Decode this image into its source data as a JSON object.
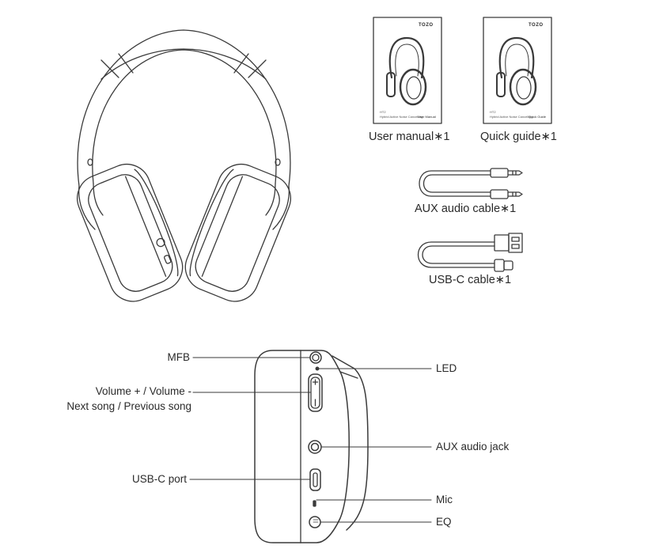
{
  "package_items": {
    "user_manual": {
      "caption": "User manual∗1",
      "brand": "TOZO",
      "model": "HT2",
      "subtitle": "Hybrid Active Noise Cancelling",
      "cover_title": "User Manual"
    },
    "quick_guide": {
      "caption": "Quick guide∗1",
      "brand": "TOZO",
      "model": "HT2",
      "subtitle": "Hybrid Active Noise Cancelling",
      "cover_title": "Quick Guide"
    },
    "aux_cable": {
      "caption": "AUX audio cable∗1"
    },
    "usb_cable": {
      "caption": "USB-C cable∗1"
    }
  },
  "callouts": {
    "mfb": "MFB",
    "led": "LED",
    "volume_line1": "Volume + / Volume -",
    "volume_line2": "Next song /  Previous song",
    "aux_jack": "AUX audio jack",
    "usbc_port": "USB-C port",
    "mic": "Mic",
    "eq": "EQ"
  },
  "colors": {
    "line": "#3a3a3a",
    "text": "#2a2a2a",
    "background": "#ffffff"
  }
}
